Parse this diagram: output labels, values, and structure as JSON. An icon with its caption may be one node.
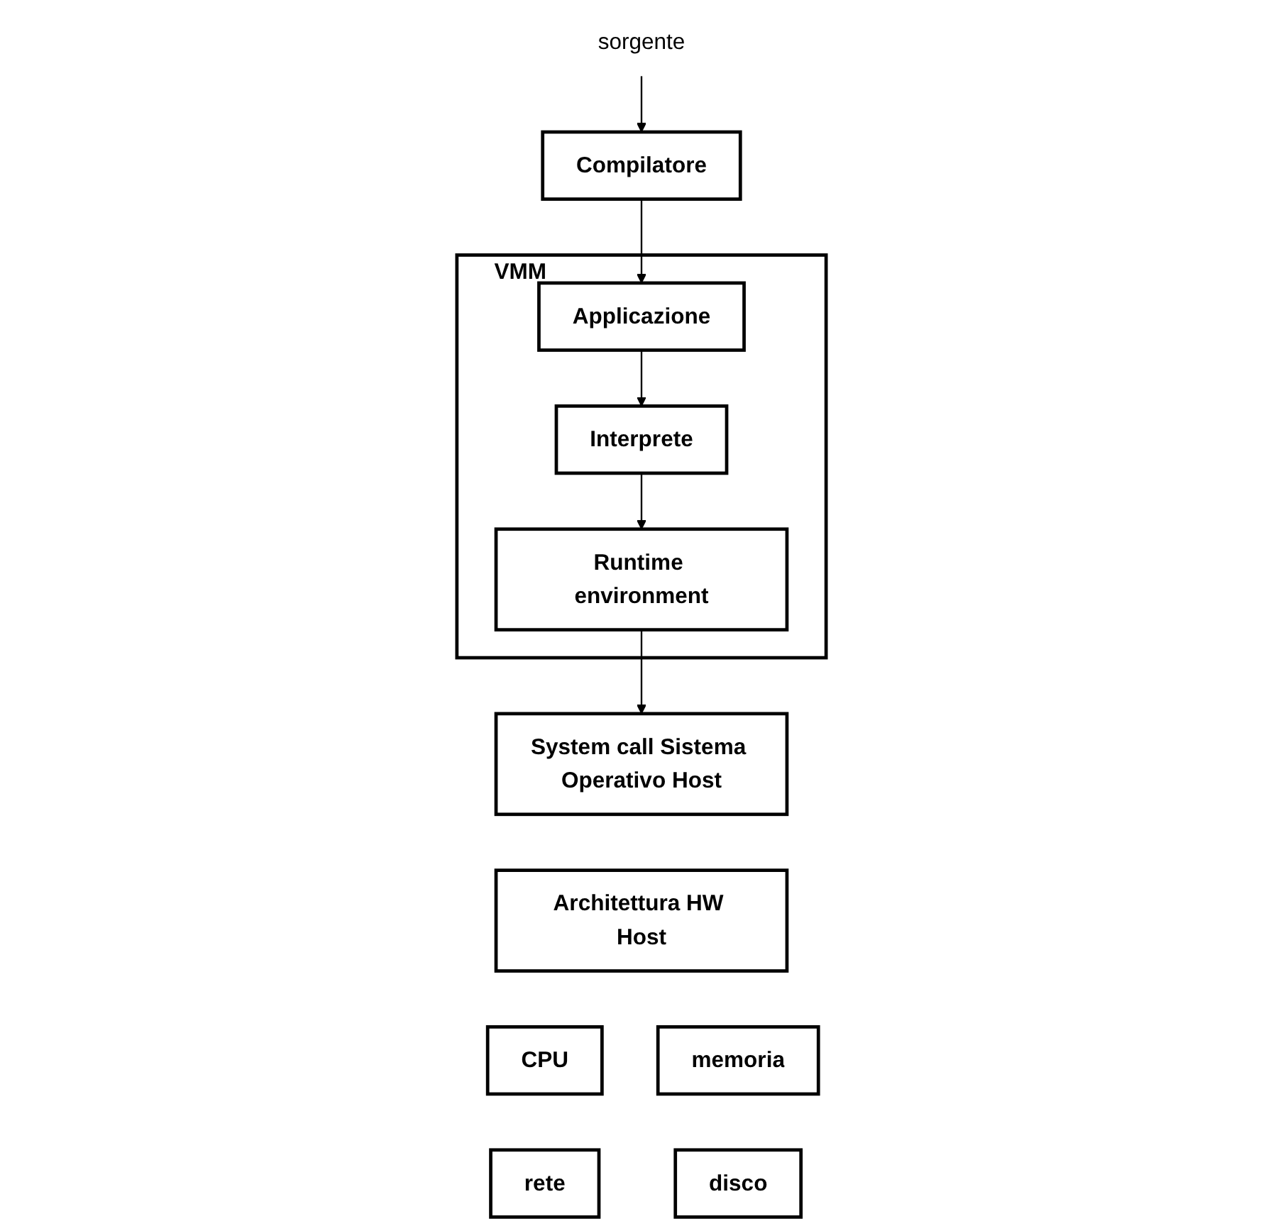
{
  "diagram": {
    "nodes": [
      {
        "text": [
          "sorgente"
        ]
      },
      {
        "text": [
          "Compilatore"
        ]
      },
      {
        "text": [
          "VMM"
        ]
      },
      {
        "text": [
          "Applicazione"
        ],
        "in": 2
      },
      {
        "text": [
          "Interprete"
        ],
        "in": 2
      },
      {
        "text": [
          "Runtime environment"
        ],
        "in": 2
      },
      {
        "text": [
          "System call Sistema Operativo Host"
        ]
      },
      {
        "text": [
          "Architettura HW Host"
        ]
      },
      {
        "text": [
          "CPU"
        ]
      },
      {
        "text": [
          "memoria"
        ]
      },
      {
        "text": [
          "rete"
        ]
      },
      {
        "text": [
          "disco"
        ]
      }
    ],
    "edges": [
      {
        "from": 0,
        "to": 1,
        "arrow": "to"
      },
      {
        "from": 1,
        "to": 3,
        "arrow": "to"
      },
      {
        "from": 3,
        "to": 4,
        "arrow": "to"
      },
      {
        "from": 4,
        "to": 5,
        "arrow": "to"
      },
      {
        "from": 5,
        "to": 6,
        "arrow": "to"
      }
    ]
  }
}
